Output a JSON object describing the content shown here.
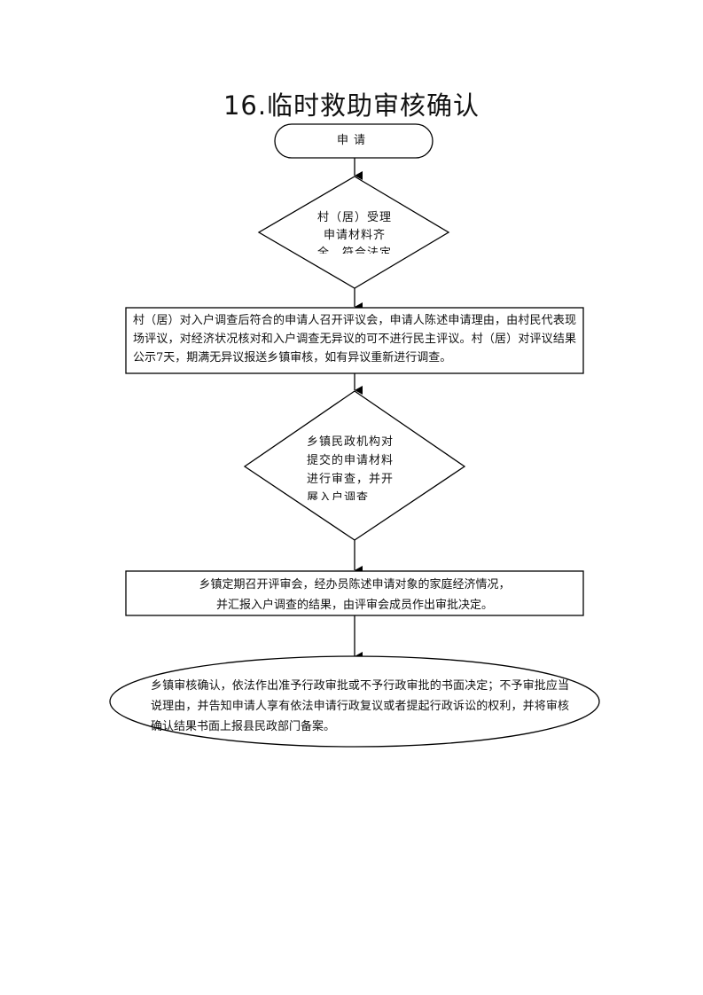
{
  "title": "16.临时救助审核确认",
  "steps": {
    "start": "申请",
    "decision1": "村（居）受理申请材料齐全，符合法定",
    "box1": "村（居）对入户调查后符合的申请人召开评议会，申请人陈述申请理由，由村民代表现场评议，对经济状况核对和入户调查无异议的可不进行民主评议。村（居）对评议结果公示7天，期满无异议报送乡镇审核，如有异议重新进行调查。",
    "decision2": "乡镇民政机构对提交的申请材料进行审查，并开展入户调查",
    "box2_line1": "乡镇定期召开评审会，经办员陈述申请对象的家庭经济情况，",
    "box2_line2": "并汇报入户调查的结果，由评审会成员作出审批决定。",
    "end": "乡镇审核确认，依法作出准予行政审批或不予行政审批的书面决定；不予审批应当说理由，并告知申请人享有依法申请行政复议或者提起行政诉讼的权利，并将审核确认结果书面上报县民政部门备案。"
  }
}
